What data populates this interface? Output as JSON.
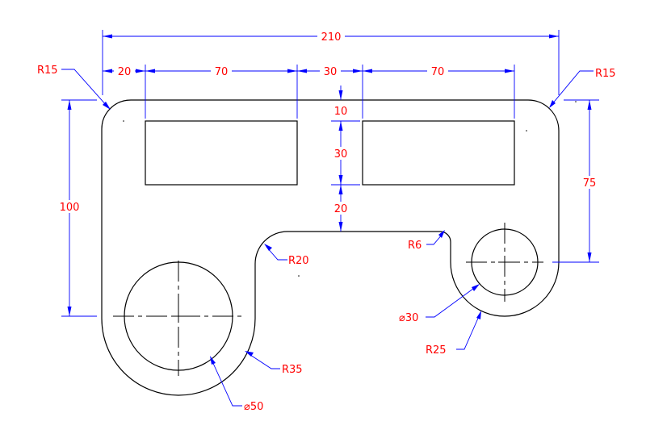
{
  "dimensions": {
    "overall_width": "210",
    "left_offset": "20",
    "slot_left_width": "70",
    "slot_gap": "30",
    "slot_right_width": "70",
    "top_corner_left_radius": "R15",
    "top_corner_right_radius": "R15",
    "overall_height": "100",
    "right_height": "75",
    "slot_top_offset": "10",
    "slot_height": "30",
    "ledge_offset": "20",
    "fillet_small_radius": "R6",
    "fillet_inner_radius": "R20",
    "left_boss_radius": "R35",
    "left_hole_diameter": "⌀50",
    "right_hole_diameter": "⌀30",
    "right_boss_radius": "R25"
  },
  "colors": {
    "outline": "#000000",
    "dimension_lines": "#0000ff",
    "dimension_text": "#ff0000",
    "background": "#ffffff"
  }
}
